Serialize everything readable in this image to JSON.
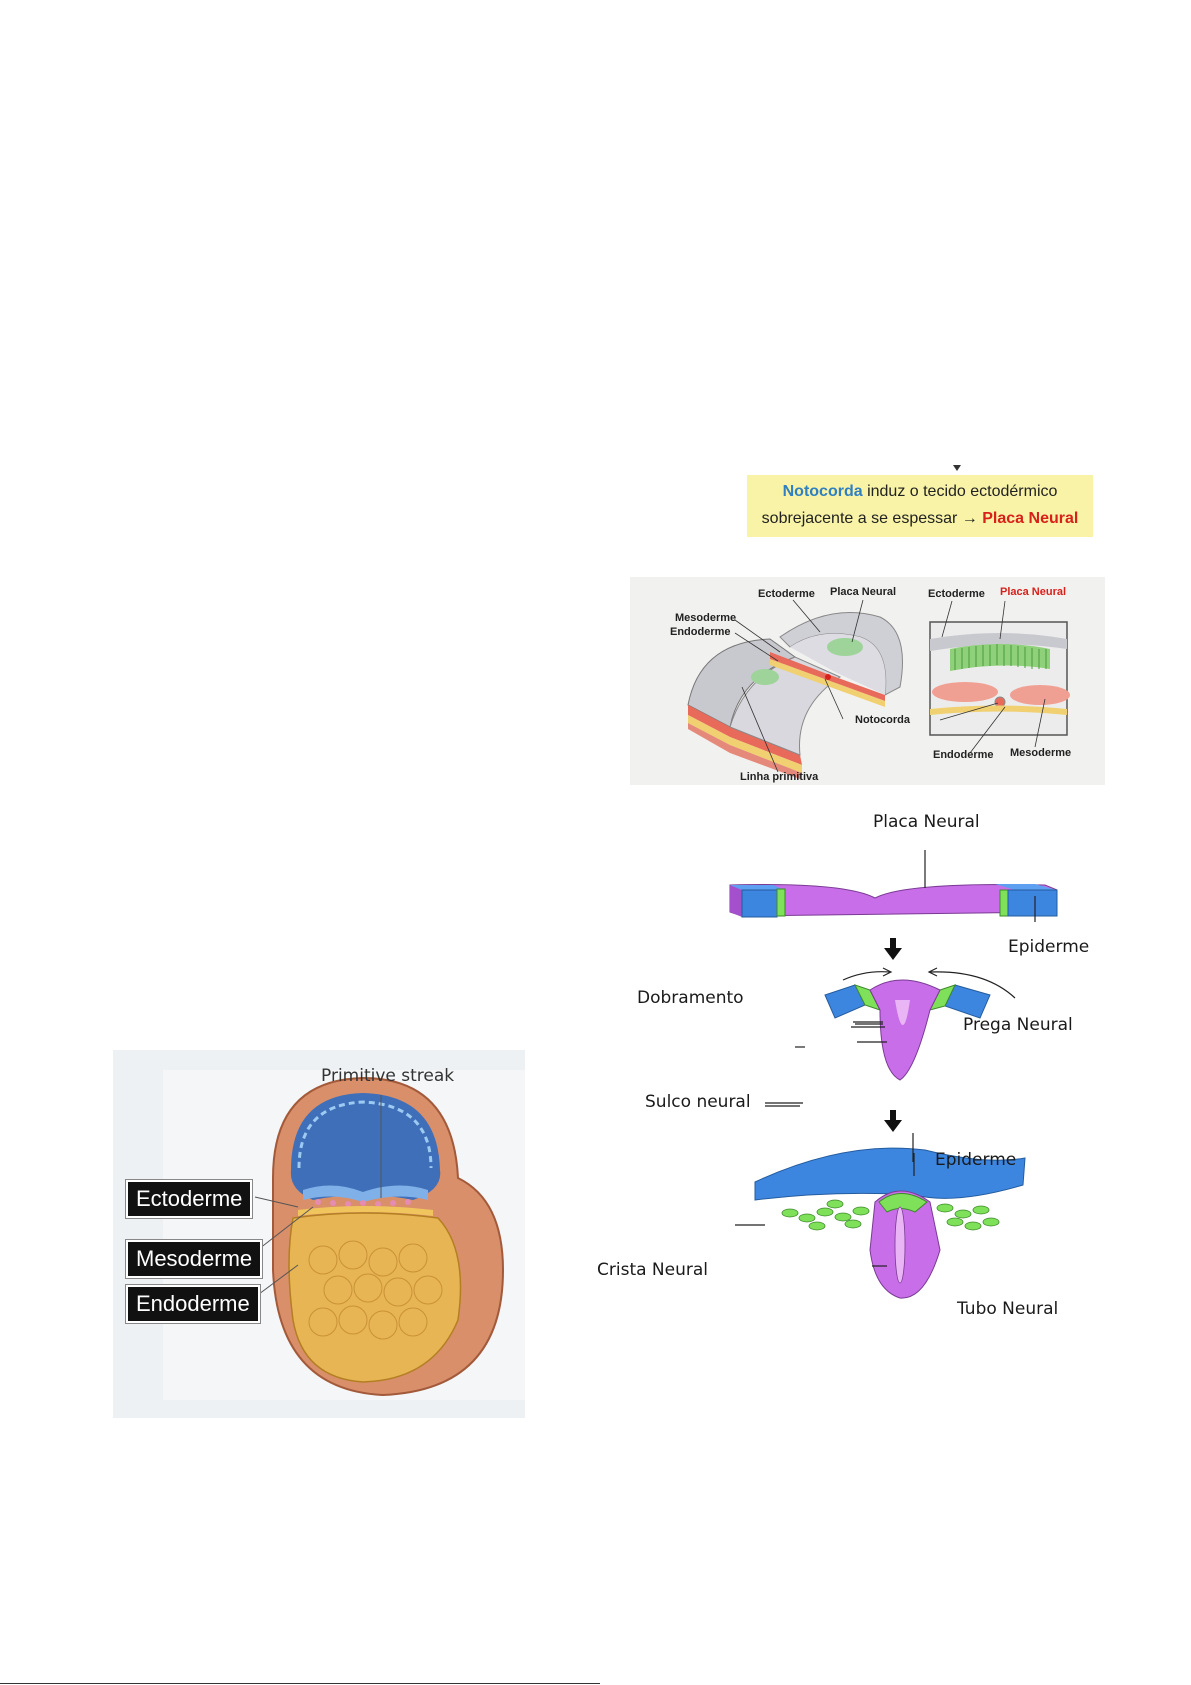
{
  "notochord_panel": {
    "caption_line1_highlight": "Notocorda",
    "caption_line1_rest": "induz o tecido ectodérmico",
    "caption_line2_start": "sobrejacente a se espessar",
    "caption_arrow": "→",
    "caption_line2_highlight": "Placa Neural",
    "labels": {
      "ectoderme_left": "Ectoderme",
      "placa_neural_left": "Placa Neural",
      "mesoderme_left": "Mesoderme",
      "endoderme_left": "Endoderme",
      "notocorda": "Notocorda",
      "linha_primitiva": "Linha primitiva",
      "ectoderme_right": "Ectoderme",
      "placa_neural_right": "Placa Neural",
      "endoderme_right": "Endoderme",
      "mesoderme_right": "Mesoderme"
    },
    "colors": {
      "highlight_bg": "#f8f3a6",
      "notocorda_blue": "#2f7fc1",
      "placa_red": "#d8211b"
    }
  },
  "neurulation_panel": {
    "labels": {
      "placa_neural": "Placa Neural",
      "epiderme_top": "Epiderme",
      "dobramento": "Dobramento",
      "prega_neural": "Prega Neural",
      "sulco_neural": "Sulco neural",
      "epiderme_bottom": "Epiderme",
      "crista_neural": "Crista Neural",
      "tubo_neural": "Tubo Neural"
    },
    "colors": {
      "epiderme": "#3d86e0",
      "neural": "#c86ee8",
      "crest": "#7fe05a"
    }
  },
  "germ_layers_panel": {
    "labels": {
      "primitive_streak": "Primitive streak",
      "ectoderme": "Ectoderme",
      "mesoderme": "Mesoderme",
      "endoderme": "Endoderme"
    },
    "colors": {
      "amnion": "#3f6fb8",
      "yolk": "#e7b553",
      "wall": "#d98f6a"
    }
  }
}
